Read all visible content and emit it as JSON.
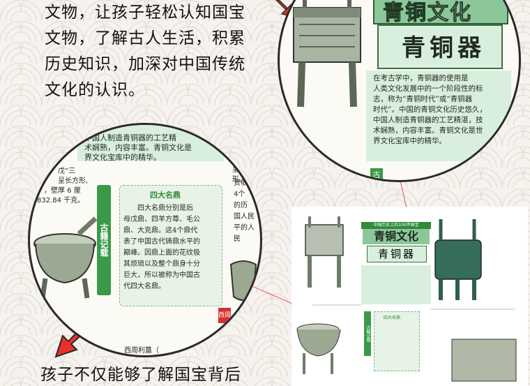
{
  "intro_text": [
    "文物，让孩子轻松认知国宝",
    "文物，了解古人生活，积累",
    "历史知识，加深对中国传统",
    "文化的认识。"
  ],
  "bottom_text": "孩子不仅能够了解国宝背后",
  "zoom_top": {
    "title_main": "青铜文化",
    "title_sub": "青铜器",
    "body": [
      "在考古学中，青铜器的使用是",
      "人类文化发展中的一个阶段性的标",
      "志，称为“青铜时代”或“青铜器",
      "时代”。中国的青铜文化历史悠久，",
      "中国人制造青铜器的工艺精湛，技",
      "术娴熟，内容丰富。青铜文化是世",
      "界文化宝库中的精华。"
    ],
    "corner_tag": "古"
  },
  "zoom_bottom": {
    "top_panel_lines": [
      "中国人制造青铜器的工艺精",
      "术娴熟，内容丰富。青铜文化是",
      "界文化宝库中的精华。"
    ],
    "left_fragments": [
      "戊”三",
      "呈长方形,",
      "，壁厚 6 厘",
      "832.84 千克。"
    ],
    "right_fragments": [
      "“后母戊”三",
      "呈长方形,",
      "贺敬",
      "4个",
      "的历",
      "国人民",
      "平的人民"
    ],
    "side_tag": "古籍记载",
    "box_title": "四大名鼎",
    "box_lines": [
      "四大名鼎分别是后",
      "母戊鼎、四羊方尊、毛公",
      "鼎、大克鼎。这4个鼎代",
      "表了中国古代铸鼎水平的",
      "巅峰。因鼎上面的花纹极",
      "其烦琐以及整个鼎身十分",
      "巨大，所以被称为中国古",
      "代四大名鼎。"
    ],
    "bottom_caption": "西周利簋（",
    "red_tag": "西周"
  },
  "preview_page": {
    "series": "中国历史上的100件国宝",
    "title_main": "青铜文化",
    "title_sub": "青铜器",
    "box_title": "四大名鼎",
    "side_tag": "古籍记载"
  },
  "colors": {
    "green": "#2f8a3a",
    "panel": "#d9efdd",
    "arrow": "#e8312a",
    "border": "#2a2a2a"
  }
}
